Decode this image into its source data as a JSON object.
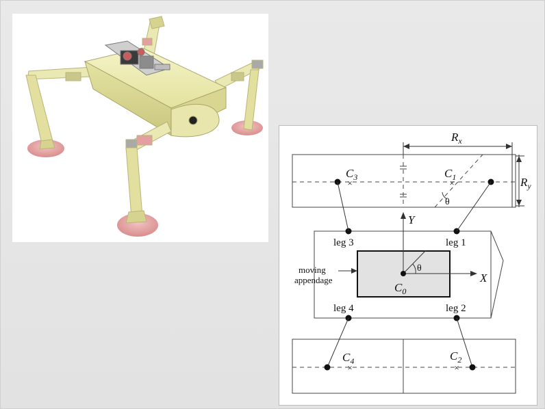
{
  "figure": {
    "robot_render": {
      "icon": "quadruped-robot-3d-render"
    },
    "diagram": {
      "labels": {
        "rx": "R",
        "rx_sub": "x",
        "ry": "R",
        "ry_sub": "y",
        "c1": "C",
        "c1_sub": "1",
        "c2": "C",
        "c2_sub": "2",
        "c3": "C",
        "c3_sub": "3",
        "c4": "C",
        "c4_sub": "4",
        "c0": "C",
        "c0_sub": "0",
        "theta_top": "θ",
        "theta_center": "θ",
        "axis_y": "Y",
        "axis_x": "X",
        "leg1": "leg 1",
        "leg2": "leg 2",
        "leg3": "leg 3",
        "leg4": "leg 4",
        "moving_line1": "moving",
        "moving_line2": "appendage"
      }
    }
  }
}
